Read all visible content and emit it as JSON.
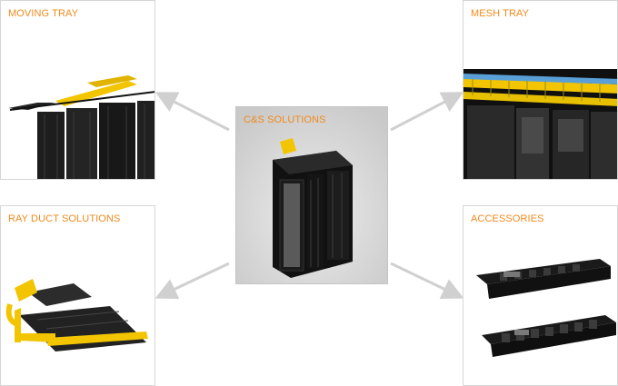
{
  "center": {
    "label": "C&S SOLUTIONS"
  },
  "panels": {
    "moving_tray": {
      "label": "MOVING TRAY"
    },
    "mesh_tray": {
      "label": "MESH TRAY"
    },
    "ray_duct": {
      "label": "RAY DUCT SOLUTIONS"
    },
    "accessories": {
      "label": "ACCESSORIES"
    }
  },
  "colors": {
    "label_orange": "#f18a1c",
    "tray_yellow": "#f2c500",
    "arrow_gray": "#d0d0d0",
    "center_bg": "#d7d7d7"
  }
}
